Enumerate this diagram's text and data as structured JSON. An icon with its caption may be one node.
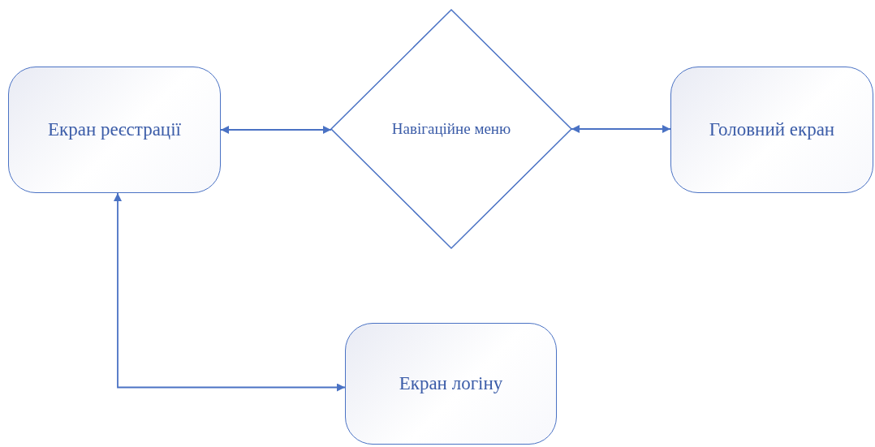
{
  "diagram": {
    "nodes": [
      {
        "text": [
          "Екран реєстрації"
        ]
      },
      {
        "text": [
          "Навігаційне меню"
        ]
      },
      {
        "text": [
          "Головний екран"
        ]
      },
      {
        "text": [
          "Екран логіну"
        ]
      }
    ],
    "edges": [
      {
        "from": 0,
        "to": 1,
        "arrow": "both"
      },
      {
        "from": 1,
        "to": 2,
        "arrow": "both"
      },
      {
        "from": 0,
        "to": 3,
        "arrow": "both"
      }
    ]
  }
}
